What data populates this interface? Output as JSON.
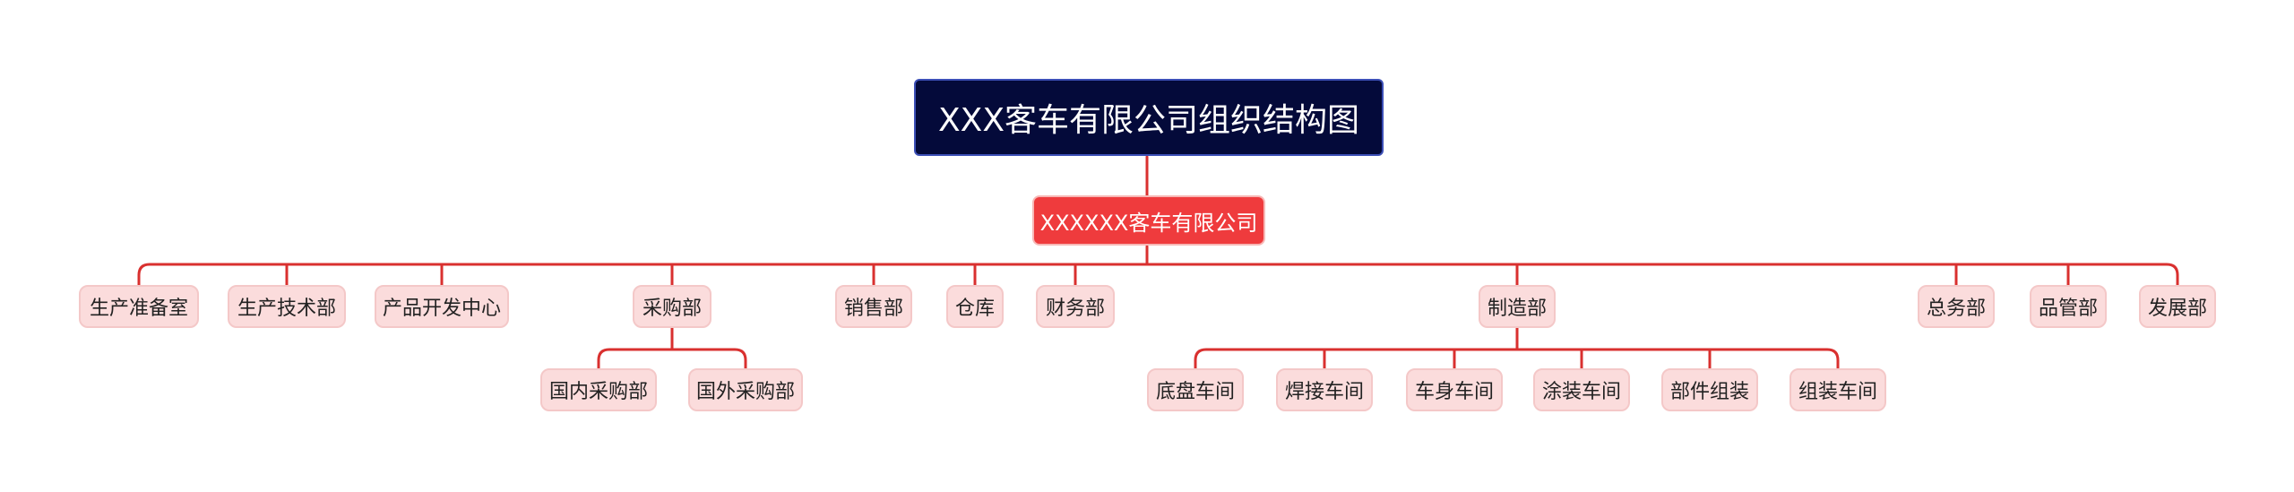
{
  "diagram": {
    "root": "XXX客车有限公司组织结构图",
    "company": "XXXXXX客车有限公司",
    "departments": [
      "生产准备室",
      "生产技术部",
      "产品开发中心",
      "采购部",
      "销售部",
      "仓库",
      "财务部",
      "制造部",
      "总务部",
      "品管部",
      "发展部"
    ],
    "purchasing_children": [
      "国内采购部",
      "国外采购部"
    ],
    "manufacturing_children": [
      "底盘车间",
      "焊接车间",
      "车身车间",
      "涂装车间",
      "部件组装",
      "组装车间"
    ],
    "line_color": "#d9302f"
  }
}
